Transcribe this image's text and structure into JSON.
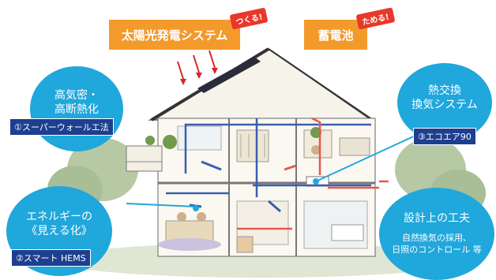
{
  "tags": {
    "solar": {
      "label": "太陽光発電システム",
      "note": "つくる!"
    },
    "battery": {
      "label": "蓄電池",
      "note": "ためる!"
    }
  },
  "bubbles": {
    "airtight": {
      "lines": [
        "高気密・",
        "高断熱化"
      ],
      "label": "①スーパーウォールエ法"
    },
    "heat_exchange": {
      "lines": [
        "熱交換",
        "換気システム"
      ],
      "label": "③エコエア90"
    },
    "hems": {
      "lines": [
        "エネルギーの",
        "《見える化》"
      ],
      "label": "②スマート HEMS"
    },
    "design": {
      "lines": [
        "設計上の工夫"
      ],
      "sublines": [
        "自然換気の採用、",
        "日照のコントロール 等"
      ]
    }
  },
  "colors": {
    "orange": "#f39a2b",
    "red_note": "#e8382b",
    "bubble_blue": "#20a7dc",
    "label_navy": "#1e3f8f",
    "air_blue": "#3a5fb0",
    "air_red": "#e45a4a"
  }
}
